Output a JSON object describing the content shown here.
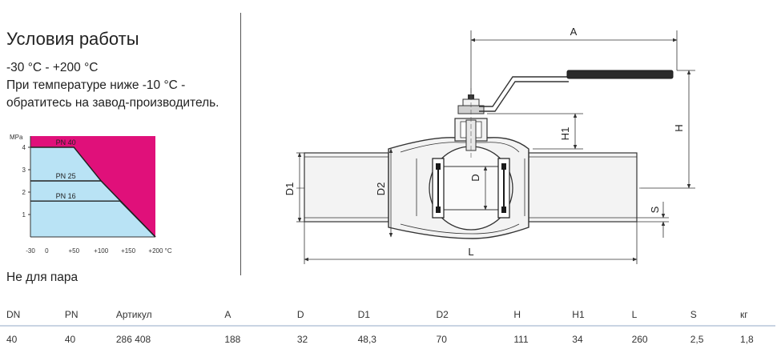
{
  "conditions": {
    "title": "Условия работы",
    "range": "-30 °С - +200 °С",
    "note_line1": "При температуре ниже -10 °С -",
    "note_line2": "обратитесь на завод-производитель.",
    "steam": "Не для пара"
  },
  "chart_data": {
    "type": "area",
    "ylabel": "MPa",
    "y_ticks": [
      "1",
      "2",
      "3",
      "4"
    ],
    "x_ticks": [
      "-30",
      "0",
      "+50",
      "+100",
      "+150",
      "+200 °C"
    ],
    "series": [
      {
        "name": "PN 40",
        "x": [
          -30,
          50,
          100,
          200
        ],
        "y": [
          4,
          4,
          2.5,
          0
        ]
      },
      {
        "name": "PN 25",
        "x": [
          -30,
          100,
          200
        ],
        "y": [
          2.5,
          2.5,
          0
        ]
      },
      {
        "name": "PN 16",
        "x": [
          -30,
          135,
          200
        ],
        "y": [
          1.6,
          1.6,
          0
        ]
      }
    ],
    "colors": {
      "allowed": "#b9e3f5",
      "restricted": "#e0107a"
    }
  },
  "drawing": {
    "labels": {
      "A": "A",
      "H": "H",
      "H1": "H1",
      "D": "D",
      "D1": "D1",
      "D2": "D2",
      "L": "L",
      "S": "S"
    },
    "colors": {
      "body": "#f3f3f3",
      "dark": "#333333",
      "seat": "#1a1a1a"
    }
  },
  "table": {
    "headers": [
      "DN",
      "PN",
      "Артикул",
      "A",
      "D",
      "D1",
      "D2",
      "H",
      "H1",
      "L",
      "S",
      "кг"
    ],
    "rows": [
      [
        "40",
        "40",
        "286 408",
        "188",
        "32",
        "48,3",
        "70",
        "111",
        "34",
        "260",
        "2,5",
        "1,8"
      ]
    ]
  }
}
